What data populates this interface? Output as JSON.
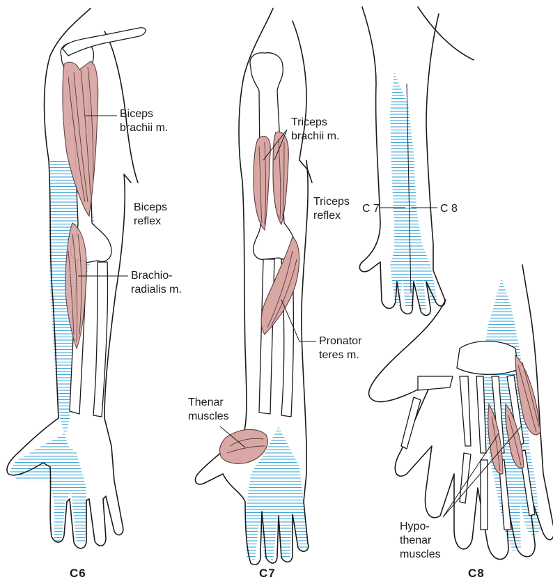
{
  "colors": {
    "muscle": "#d9a7a4",
    "dermatome_hatch": "#3aa6d8",
    "outline": "#1a1a1a"
  },
  "panels": {
    "c6": {
      "caption": "C6",
      "biceps_l1": "Biceps",
      "biceps_l2": "brachii m.",
      "reflex_l1": "Biceps",
      "reflex_l2": "reflex",
      "brachio_l1": "Brachio-",
      "brachio_l2": "radialis m."
    },
    "c7": {
      "caption": "C7",
      "triceps_l1": "Triceps",
      "triceps_l2": "brachii m.",
      "reflex_l1": "Triceps",
      "reflex_l2": "reflex",
      "pronator_l1": "Pronator",
      "pronator_l2": "teres m.",
      "thenar_l1": "Thenar",
      "thenar_l2": "muscles"
    },
    "c8": {
      "caption": "C8",
      "c7_boundary": "C 7",
      "c8_boundary": "C 8",
      "hypo_l1": "Hypo-",
      "hypo_l2": "thenar",
      "hypo_l3": "muscles"
    }
  }
}
